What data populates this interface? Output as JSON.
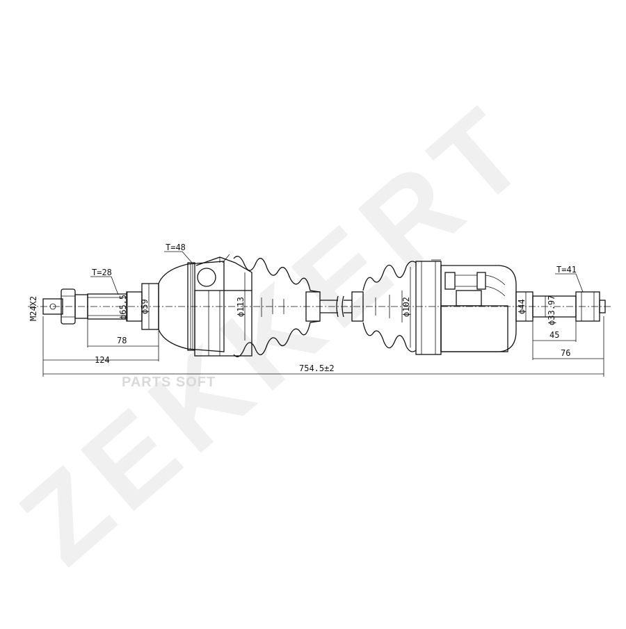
{
  "watermark": {
    "brand": "ZEKKERT",
    "site": "PARTS SOFT"
  },
  "drawing": {
    "thread": "M24X2",
    "teeth_outer": "T=28",
    "teeth_abs": "T=48",
    "teeth_inner": "T=41",
    "dia_shaft_outer": "ϕ65.5",
    "dia_seat": "ϕ59",
    "dia_outer_joint": "ϕ113",
    "dia_inner_joint": "ϕ102",
    "dia_inner_housing": "ϕ44",
    "dia_inner_shaft": "ϕ33.97",
    "len_78": "78",
    "len_124": "124",
    "len_total": "754.5±2",
    "len_45": "45",
    "len_76": "76"
  }
}
